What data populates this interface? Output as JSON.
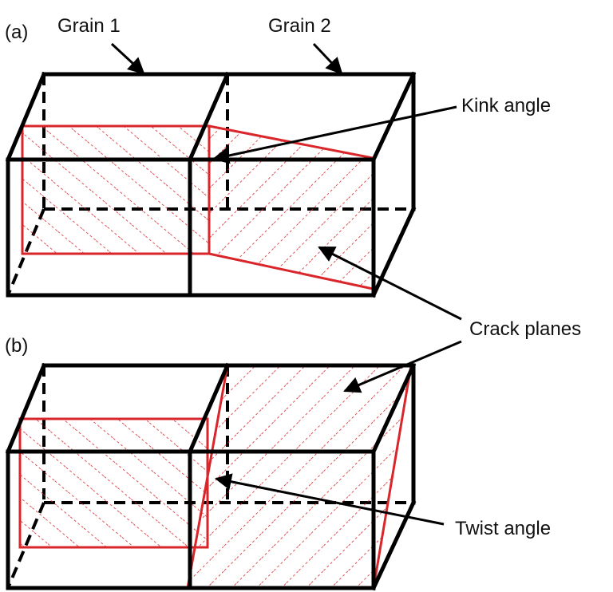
{
  "panels": {
    "a": {
      "label": "(a)"
    },
    "b": {
      "label": "(b)"
    }
  },
  "labels": {
    "grain1": "Grain 1",
    "grain2": "Grain 2",
    "kink_angle": "Kink angle",
    "crack_planes": "Crack planes",
    "twist_angle": "Twist angle"
  },
  "colors": {
    "crack": "#d9262b",
    "edges": "#000000"
  }
}
